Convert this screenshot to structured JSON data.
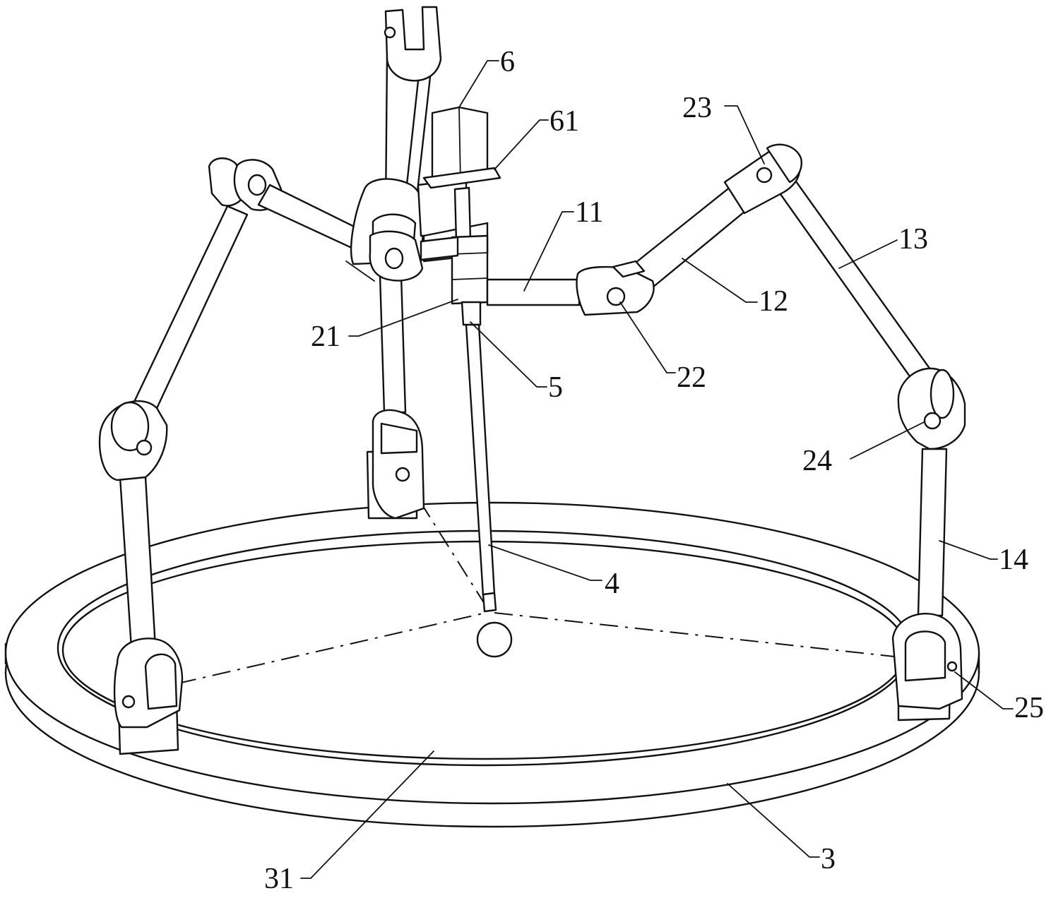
{
  "figure": {
    "labels": {
      "l6": "6",
      "l61": "61",
      "l11": "11",
      "l12": "12",
      "l13": "13",
      "l14": "14",
      "l21": "21",
      "l22": "22",
      "l23": "23",
      "l24": "24",
      "l25": "25",
      "l5": "5",
      "l4": "4",
      "l3": "3",
      "l31": "31"
    }
  }
}
